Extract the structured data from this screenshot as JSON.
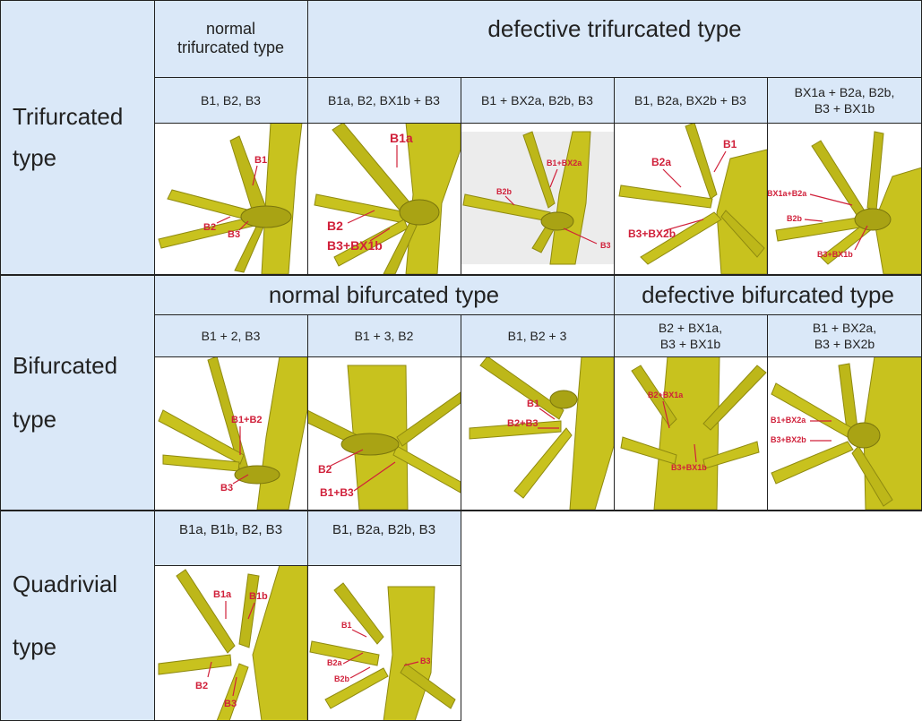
{
  "rows": {
    "trifurcated": {
      "label_line1": "Trifurcated",
      "label_line2": "type"
    },
    "bifurcated": {
      "label_line1": "Bifurcated",
      "label_line2": "type"
    },
    "quadrivial": {
      "label_line1": "Quadrivial",
      "label_line2": "type"
    }
  },
  "groups": {
    "normal_trifurcated": "normal\ntrifurcated type",
    "defective_trifurcated": "defective trifurcated type",
    "normal_bifurcated": "normal bifurcated type",
    "defective_bifurcated": "defective bifurcated type"
  },
  "variants": {
    "t1": "B1, B2, B3",
    "t2": "B1a, B2, BX1b + B3",
    "t3": "B1 + BX2a, B2b, B3",
    "t4": "B1, B2a, BX2b + B3",
    "t5": "BX1a + B2a, B2b,\nB3 + BX1b",
    "b1": "B1 + 2, B3",
    "b2": "B1 + 3, B2",
    "b3": "B1, B2 + 3",
    "b4": "B2 + BX1a,\nB3 + BX1b",
    "b5": "B1 + BX2a,\nB3 + BX2b",
    "q1": "B1a, B1b, B2, B3",
    "q2": "B1, B2a, B2b, B3"
  },
  "annotations": {
    "t1": [
      "B1",
      "B2",
      "B3"
    ],
    "t2": [
      "B1a",
      "B2",
      "B3+BX1b"
    ],
    "t3": [
      "B1+BX2a",
      "B2b",
      "B3"
    ],
    "t4": [
      "B1",
      "B2a",
      "B3+BX2b"
    ],
    "t5": [
      "BX1a+B2a",
      "B2b",
      "B3+BX1b"
    ],
    "b1": [
      "B1+B2",
      "B3"
    ],
    "b2": [
      "B2",
      "B1+B3"
    ],
    "b3": [
      "B1",
      "B2+B3"
    ],
    "b4": [
      "B2+BX1a",
      "B3+BX1b"
    ],
    "b5": [
      "B1+BX2a",
      "B3+BX2b"
    ],
    "q1": [
      "B1a",
      "B1b",
      "B2",
      "B3"
    ],
    "q2": [
      "B1",
      "B2a",
      "B2b",
      "B3"
    ]
  },
  "colors": {
    "header_bg": "#dae8f8",
    "bronchus": "#c8c21e",
    "bronchus_dark": "#8f8a10",
    "annotation": "#d0203a",
    "t3_background": "#ececec"
  }
}
